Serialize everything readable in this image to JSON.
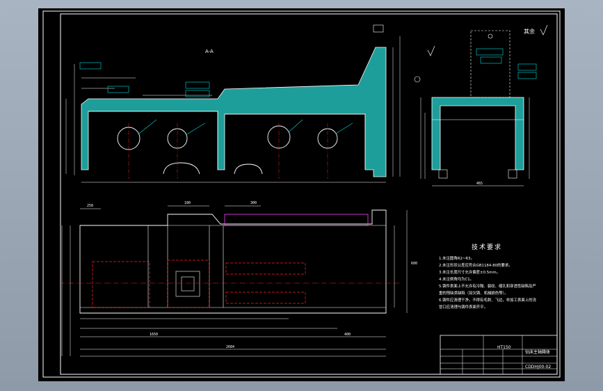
{
  "drawing": {
    "section_label": "A-A",
    "roughness_other": "其余",
    "tech_title": "技术要求",
    "tech_notes": [
      "1.未注圆角R2~R3。",
      "2.未注形状公差应符合GB1184-80的要求。",
      "3.未注长度尺寸允许偏差±0.5mm。",
      "4.未注倒角均为C1。",
      "5.铸件表面上不允许有冷隔、裂纹、缩孔和穿透性缺陷及严",
      "重的残缺类缺陷（如欠铸、机械损伤等）。",
      "6.铸件应清理干净，不得有毛刺、飞边，非加工表面上的浇",
      "冒口应清理与铸件表面齐平。"
    ],
    "title_block": {
      "material": "HT150",
      "part_name": "钻床主轴箱体",
      "drawing_no": "CDDHJ00-02"
    },
    "dimensions": {
      "overall_length": "2684",
      "width_a": "1650",
      "width_b": "400",
      "height_a": "600",
      "side_width": "465",
      "dim_a": "300",
      "dim_b": "180",
      "dim_c": "250"
    }
  },
  "colors": {
    "outline": "#ffffff",
    "section_fill": "#1e9e9a",
    "center_line": "#ff2020",
    "annotation": "#00e0e0",
    "hidden": "#d0d000",
    "accent": "#ff40ff",
    "border_line": "#ffffff"
  }
}
